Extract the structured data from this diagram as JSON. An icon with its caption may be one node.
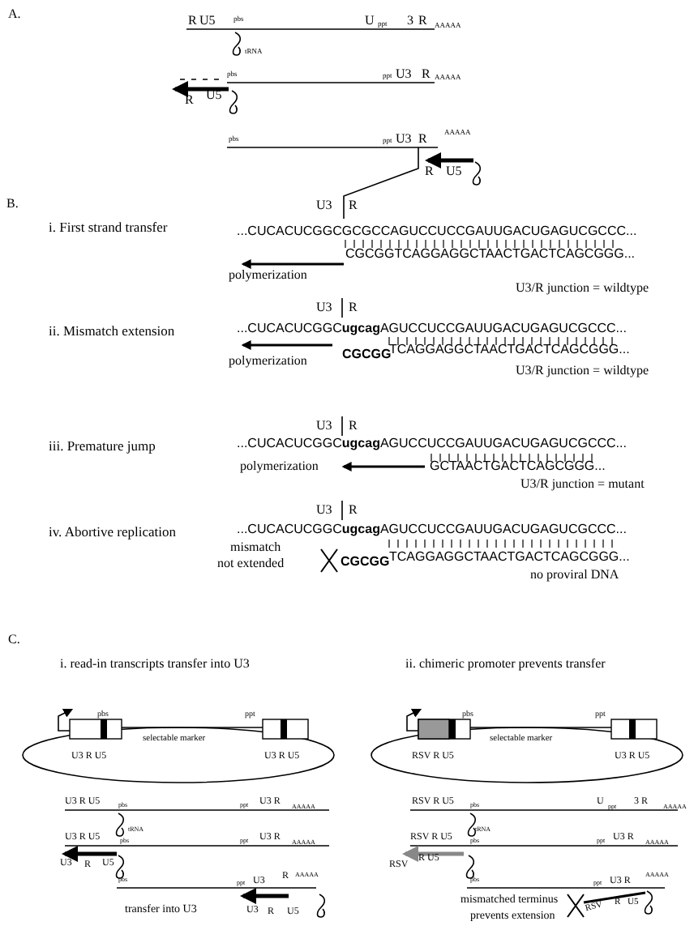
{
  "diagram": {
    "labels": [
      "A.",
      "R",
      "U5",
      "pbs",
      "U",
      "ppt",
      "3",
      "R",
      "AAAAA",
      "tRNA",
      "pbs",
      "ppt",
      "U3",
      "R",
      "AAAAA",
      "R",
      "U5",
      "pbs",
      "ppt",
      "U3",
      "R",
      "AAAAA",
      "R",
      "U5",
      "B.",
      "U3",
      "R",
      "i. First strand transfer",
      "...CUCACUCGGCGCGCCAGUCCUCCGAUUGACUGAGUCGCCC...",
      "CGCGGTCAGGAGGCTAACTGACTCAGCGGG...",
      "polymerization",
      "U3/R junction = wildtype",
      "U3",
      "R",
      "ii. Mismatch extension",
      "...CUCACUCGGC**ugcag**AGUCCUCCGAUUGACUGAGUCGCCC...",
      "CGCGG",
      "TCAGGAGGCTAACTGACTCAGCGGG...",
      "polymerization",
      "U3/R junction = wildtype",
      "U3",
      "R",
      "iii. Premature jump",
      "...CUCACUCGGC**ugcag**AGUCCUCCGAUUGACUGAGUCGCCC...",
      "polymerization",
      "GCTAACTGACTCAGCGGG...",
      "U3/R junction = mutant",
      "U3",
      "R",
      "iv. Abortive replication",
      "...CUCACUCGGC**ugcag**AGUCCUCCGAUUGACUGAGUCGCCC...",
      "mismatch",
      "not extended",
      "CGCGG",
      "TCAGGAGGCTAACTGACTCAGCGGG...",
      "no proviral DNA",
      "C.",
      "i. read-in transcripts transfer into U3",
      "ii. chimeric promoter prevents transfer",
      "pbs",
      "ppt",
      "selectable marker",
      "U3 R U5",
      "U3 R U5",
      "pbs",
      "ppt",
      "selectable marker",
      "RSV R U5",
      "U3 R U5",
      "U3 R U5",
      "pbs",
      "ppt",
      "U3 R",
      "AAAAA",
      "tRNA",
      "RSV R U5",
      "pbs",
      "U",
      "ppt",
      "3 R",
      "AAAAA",
      "tRNA",
      "U3 R U5",
      "pbs",
      "ppt",
      "U3 R",
      "AAAAA",
      "U3",
      "R",
      "U5",
      "RSV R U5",
      "pbs",
      "ppt",
      "U3 R",
      "AAAAA",
      "RSV",
      "R U5",
      "pbs",
      "ppt",
      "U3",
      "R",
      "AAAAA",
      "transfer into U3",
      "U3",
      "R",
      "U5",
      "pbs",
      "ppt",
      "U3 R",
      "AAAAA",
      "mismatched terminus",
      "prevents extension",
      "RSV",
      "R",
      "U5"
    ]
  }
}
